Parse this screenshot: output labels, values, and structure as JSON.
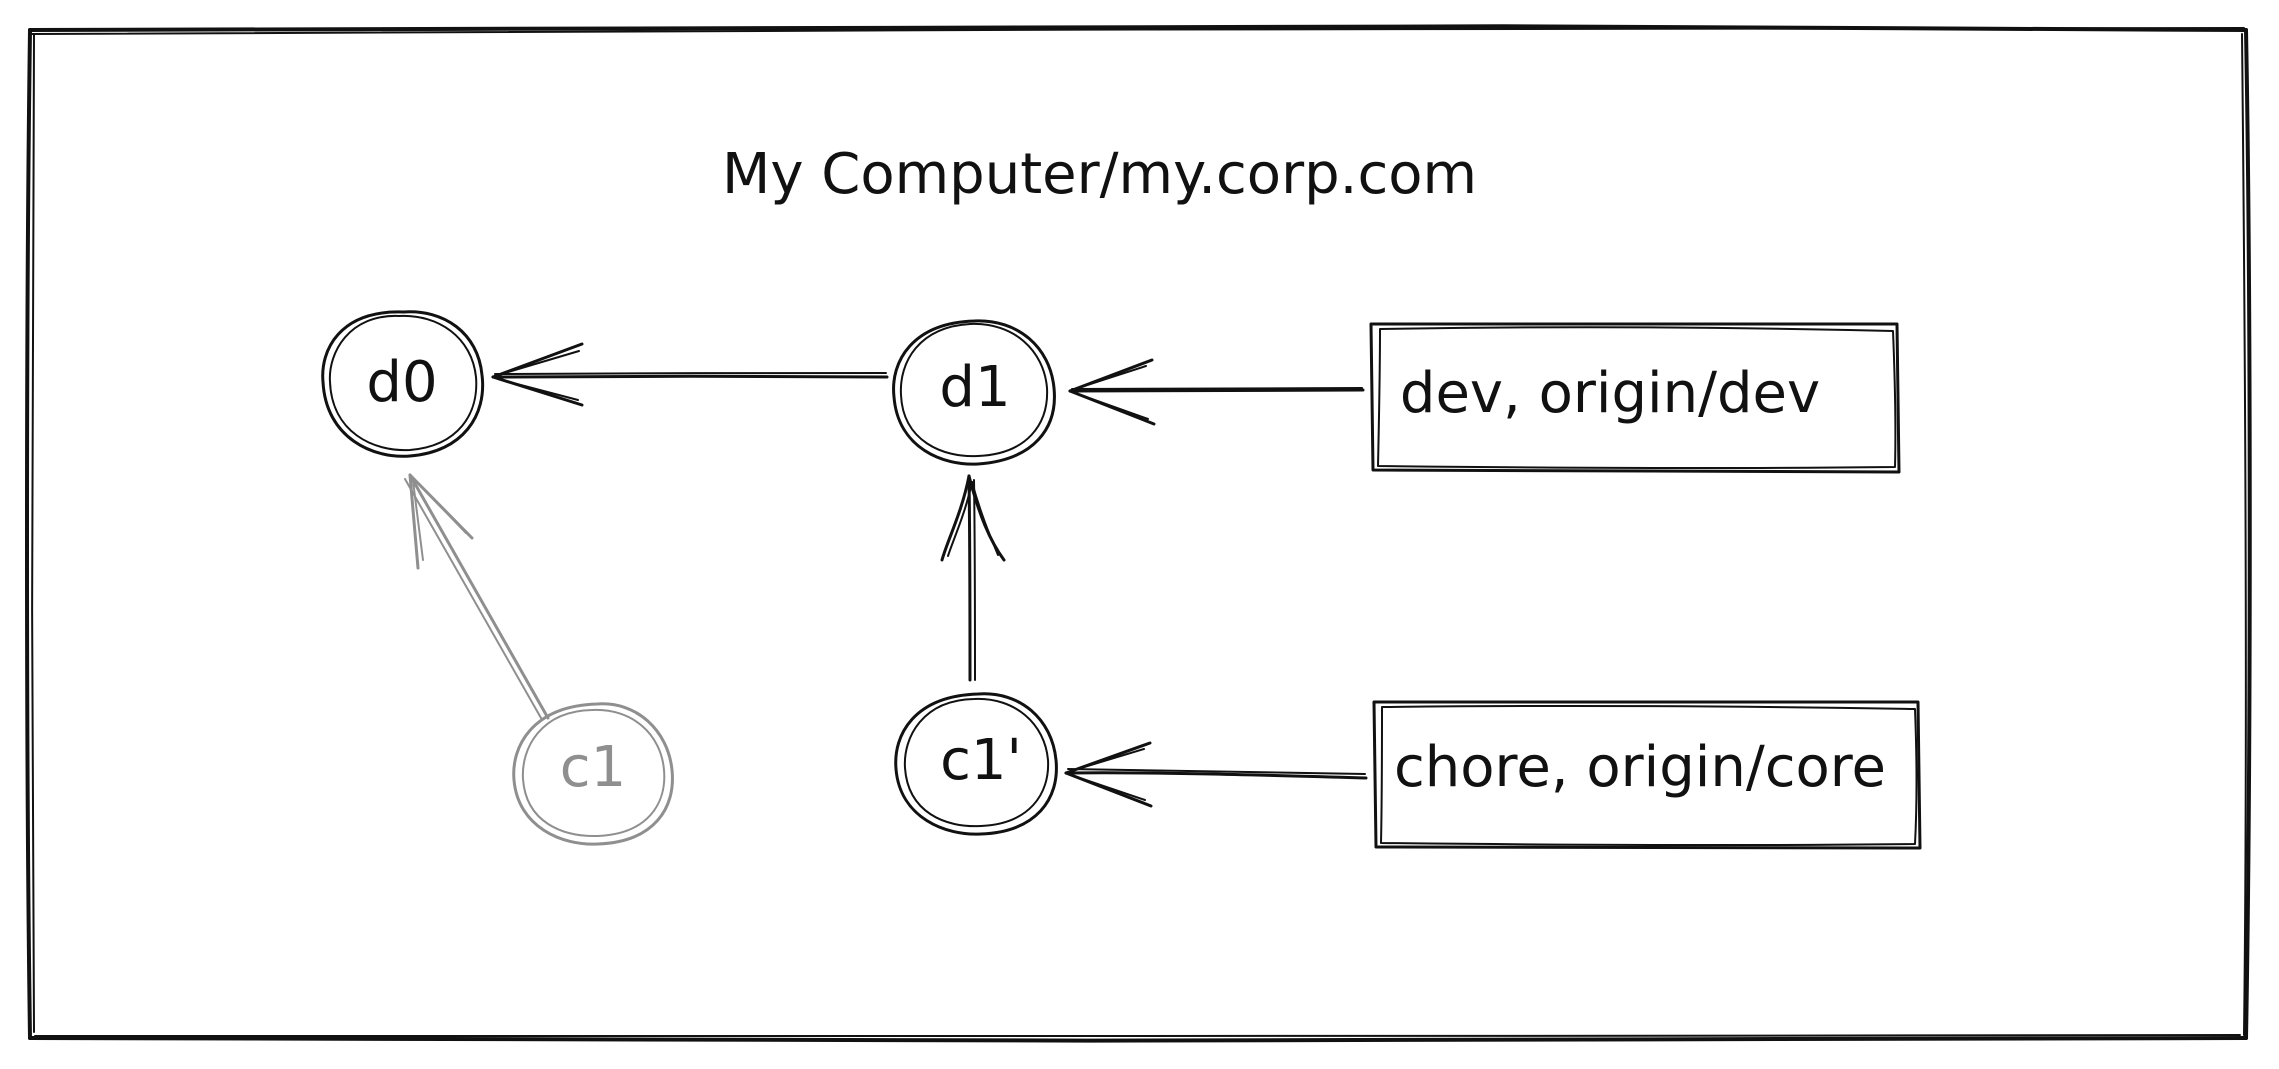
{
  "diagram": {
    "title": "My Computer/my.corp.com",
    "colors": {
      "ink": "#111111",
      "faded": "#8f8f8f",
      "background": "#ffffff"
    },
    "nodes": {
      "d0": {
        "label": "d0",
        "status": "active"
      },
      "d1": {
        "label": "d1",
        "status": "active"
      },
      "c1": {
        "label": "c1",
        "status": "faded"
      },
      "c1_prime": {
        "label": "c1'",
        "status": "active"
      }
    },
    "branches": {
      "dev": {
        "label": "dev, origin/dev",
        "points_to": "d1"
      },
      "chore": {
        "label": "chore, origin/core",
        "points_to": "c1'"
      }
    },
    "edges": [
      {
        "from": "d1",
        "to": "d0",
        "style": "solid"
      },
      {
        "from": "c1",
        "to": "d0",
        "style": "faded"
      },
      {
        "from": "c1'",
        "to": "d1",
        "style": "solid"
      },
      {
        "from": "dev, origin/dev",
        "to": "d1",
        "style": "solid"
      },
      {
        "from": "chore, origin/core",
        "to": "c1'",
        "style": "solid"
      }
    ]
  }
}
